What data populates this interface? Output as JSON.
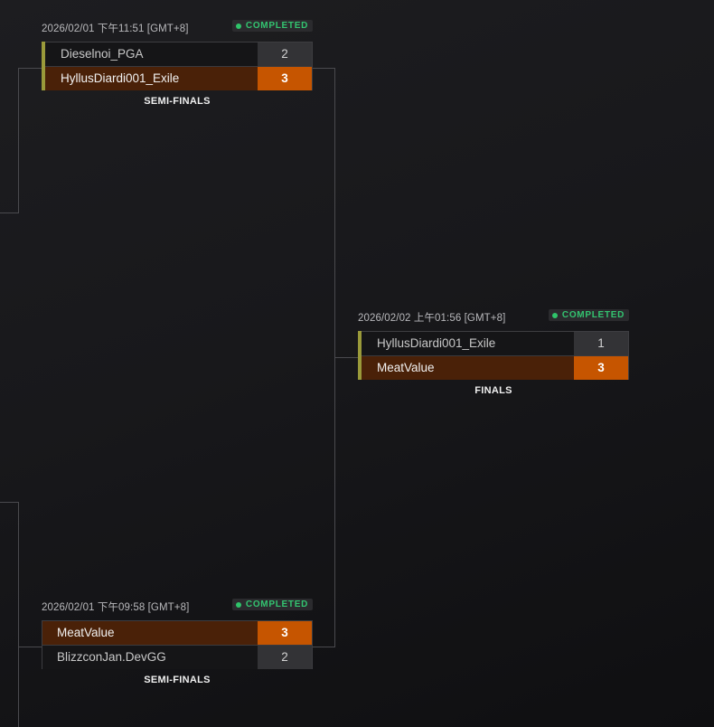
{
  "matches": [
    {
      "time": "2026/02/01 下午11:51 [GMT+8]",
      "status": "COMPLETED",
      "round": "SEMI-FINALS",
      "teams": [
        {
          "name": "Dieselnoi_PGA",
          "score": "2",
          "result": "loser"
        },
        {
          "name": "HyllusDiardi001_Exile",
          "score": "3",
          "result": "winner"
        }
      ]
    },
    {
      "time": "2026/02/02 上午01:56 [GMT+8]",
      "status": "COMPLETED",
      "round": "FINALS",
      "teams": [
        {
          "name": "HyllusDiardi001_Exile",
          "score": "1",
          "result": "loser"
        },
        {
          "name": "MeatValue",
          "score": "3",
          "result": "winner"
        }
      ]
    },
    {
      "time": "2026/02/01 下午09:58 [GMT+8]",
      "status": "COMPLETED",
      "round": "SEMI-FINALS",
      "teams": [
        {
          "name": "MeatValue",
          "score": "3",
          "result": "winner"
        },
        {
          "name": "BlizzconJan.DevGG",
          "score": "2",
          "result": "loser"
        }
      ]
    }
  ],
  "colors": {
    "winner_score_bg": "#c65500",
    "winner_name_bg": "#4a2108",
    "loser_score_bg": "#333336",
    "status_green": "#33c470",
    "accent_bar": "#9a9a3a"
  }
}
